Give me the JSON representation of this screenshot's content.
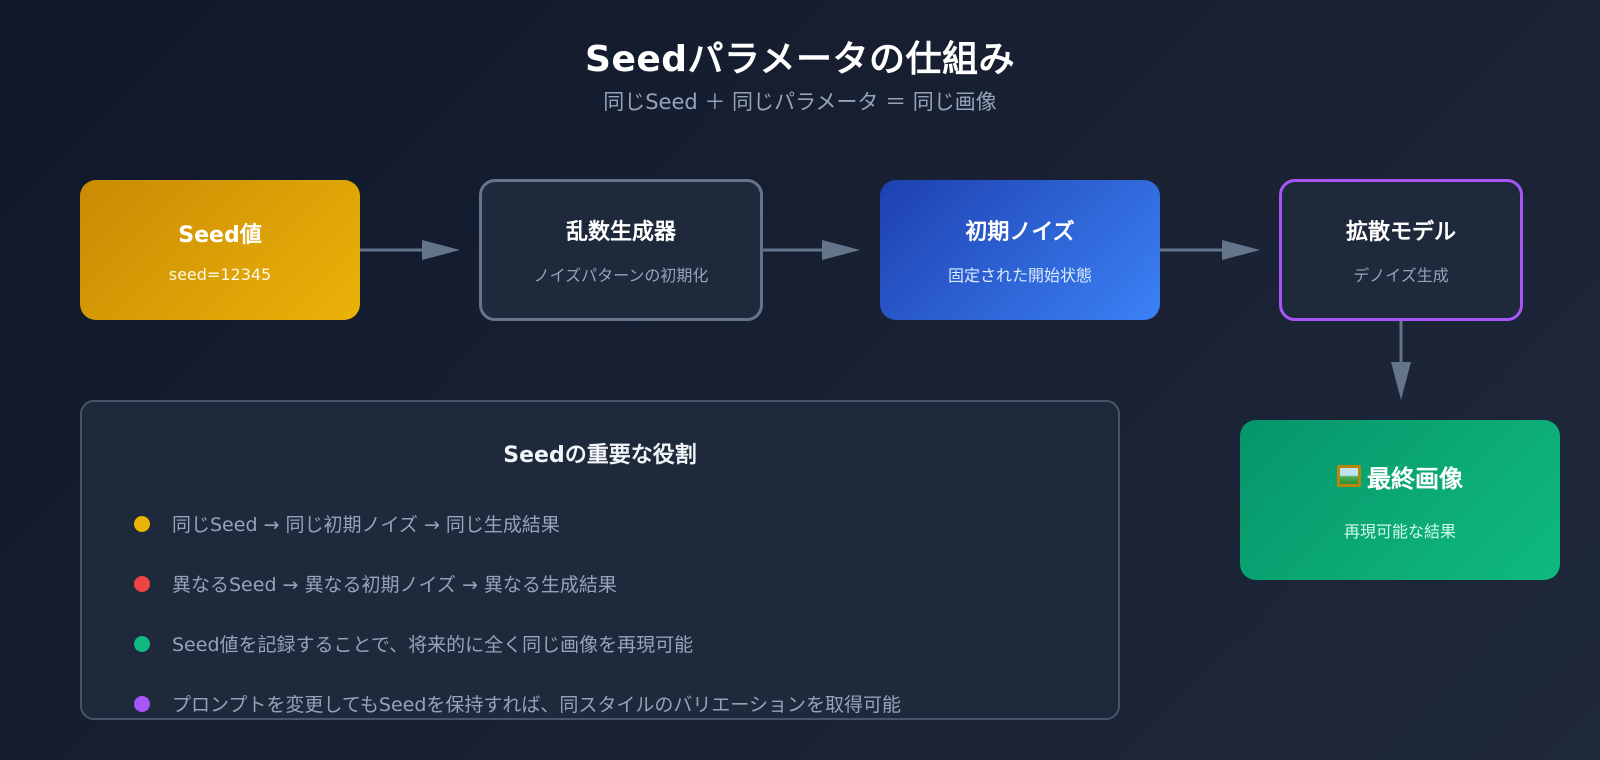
{
  "header": {
    "title": "Seedパラメータの仕組み",
    "subtitle": "同じSeed ＋ 同じパラメータ ＝ 同じ画像"
  },
  "flow": {
    "nodes": [
      {
        "id": "seed",
        "title": "Seed値",
        "subtitle": "seed=12345",
        "color": "#eab308"
      },
      {
        "id": "rng",
        "title": "乱数生成器",
        "subtitle": "ノイズパターンの初期化",
        "color": "#64748b"
      },
      {
        "id": "noise",
        "title": "初期ノイズ",
        "subtitle": "固定された開始状態",
        "color": "#3b82f6"
      },
      {
        "id": "model",
        "title": "拡散モデル",
        "subtitle": "デノイズ生成",
        "color": "#a855f7"
      },
      {
        "id": "final",
        "icon": "framed-picture-icon",
        "title": "最終画像",
        "subtitle": "再現可能な結果",
        "color": "#10b981"
      }
    ],
    "arrow_color": "#64748b"
  },
  "panel": {
    "title": "Seedの重要な役割",
    "items": [
      {
        "text": "同じSeed → 同じ初期ノイズ → 同じ生成結果",
        "color": "#eab308"
      },
      {
        "text": "異なるSeed → 異なる初期ノイズ → 異なる生成結果",
        "color": "#ef4444"
      },
      {
        "text": "Seed値を記録することで、将来的に全く同じ画像を再現可能",
        "color": "#10b981"
      },
      {
        "text": "プロンプトを変更してもSeedを保持すれば、同スタイルのバリエーションを取得可能",
        "color": "#a855f7"
      }
    ]
  }
}
